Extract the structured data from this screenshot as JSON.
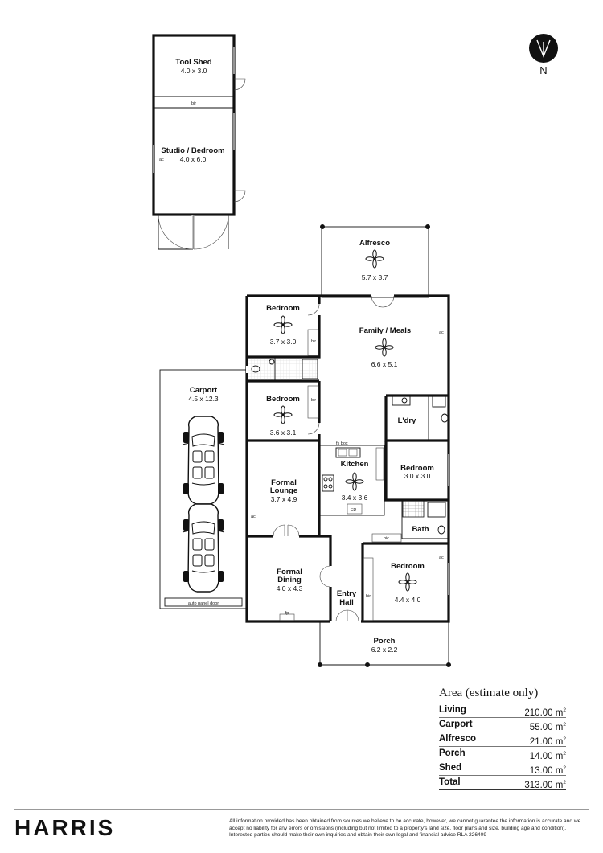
{
  "north": {
    "label": "N"
  },
  "rooms": {
    "tool_shed": {
      "name": "Tool Shed",
      "dims": "4.0 x 3.0"
    },
    "studio": {
      "name": "Studio / Bedroom",
      "dims": "4.0 x 6.0"
    },
    "alfresco": {
      "name": "Alfresco",
      "dims": "5.7 x 3.7"
    },
    "bedroom_1": {
      "name": "Bedroom",
      "dims": "3.7 x 3.0"
    },
    "family_meals": {
      "name": "Family / Meals",
      "dims": "6.6 x 5.1"
    },
    "carport": {
      "name": "Carport",
      "dims": "4.5 x 12.3"
    },
    "bedroom_2": {
      "name": "Bedroom",
      "dims": "3.6 x 3.1"
    },
    "laundry": {
      "name": "L'dry"
    },
    "kitchen": {
      "name": "Kitchen",
      "dims": "3.4 x 3.6"
    },
    "bedroom_3": {
      "name": "Bedroom",
      "dims": "3.0 x 3.0"
    },
    "formal_lounge": {
      "name_line1": "Formal",
      "name_line2": "Lounge",
      "dims": "3.7 x 4.9"
    },
    "bath": {
      "name": "Bath"
    },
    "formal_dining": {
      "name_line1": "Formal",
      "name_line2": "Dining",
      "dims": "4.0 x 4.3"
    },
    "entry_hall": {
      "name_line1": "Entry",
      "name_line2": "Hall"
    },
    "bedroom_4": {
      "name": "Bedroom",
      "dims": "4.4 x 4.0"
    },
    "porch": {
      "name": "Porch",
      "dims": "6.2 x 2.2"
    }
  },
  "labels": {
    "bir": "bir",
    "ac": "ac",
    "fr": "FR",
    "fp": "fp",
    "fs_box": "fs box",
    "bic": "bic",
    "auto_panel_door": "auto panel door"
  },
  "area": {
    "title": "Area (estimate only)",
    "unit": "m",
    "unit_sup": "2",
    "rows": [
      {
        "label": "Living",
        "value": "210.00"
      },
      {
        "label": "Carport",
        "value": "55.00"
      },
      {
        "label": "Alfresco",
        "value": "21.00"
      },
      {
        "label": "Porch",
        "value": "14.00"
      },
      {
        "label": "Shed",
        "value": "13.00"
      },
      {
        "label": "Total",
        "value": "313.00"
      }
    ]
  },
  "footer": {
    "brand": "HARRIS",
    "disclaimer": "All information provided has been obtained from sources we believe to be accurate, however, we cannot guarantee the information is accurate and we accept no liability for any errors or omissions (including but not limited to a property's land size, floor plans and size, building age and condition). Interested parties should make their own inquiries and obtain their own legal and financial advice RLA 226409"
  }
}
